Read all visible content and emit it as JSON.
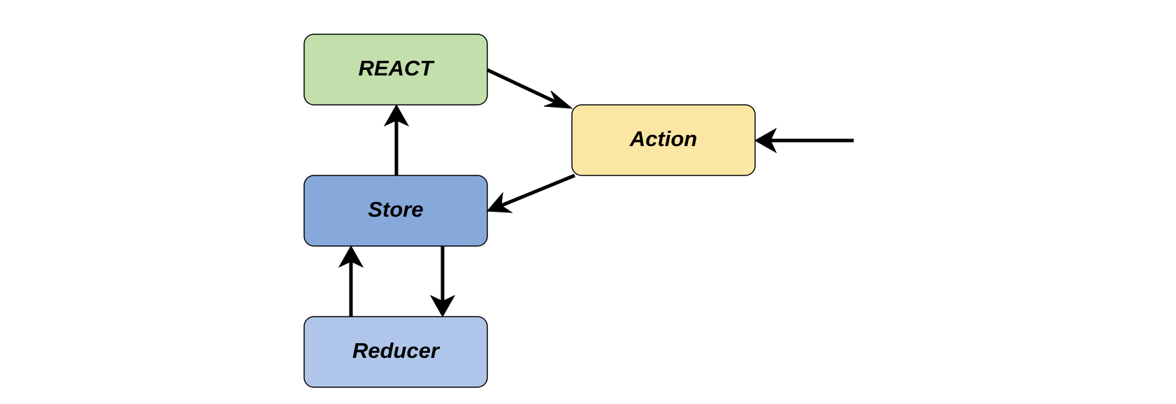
{
  "diagram": {
    "nodes": {
      "react": {
        "label": "REACT",
        "fill": "#c3dfab"
      },
      "action": {
        "label": "Action",
        "fill": "#fce6a4"
      },
      "store": {
        "label": "Store",
        "fill": "#87a8db"
      },
      "reducer": {
        "label": "Reducer",
        "fill": "#afc6ea"
      }
    },
    "edges": [
      {
        "from": "react",
        "to": "action"
      },
      {
        "from": "external",
        "to": "action"
      },
      {
        "from": "action",
        "to": "store"
      },
      {
        "from": "store",
        "to": "react"
      },
      {
        "from": "store",
        "to": "reducer"
      },
      {
        "from": "reducer",
        "to": "store"
      }
    ]
  }
}
